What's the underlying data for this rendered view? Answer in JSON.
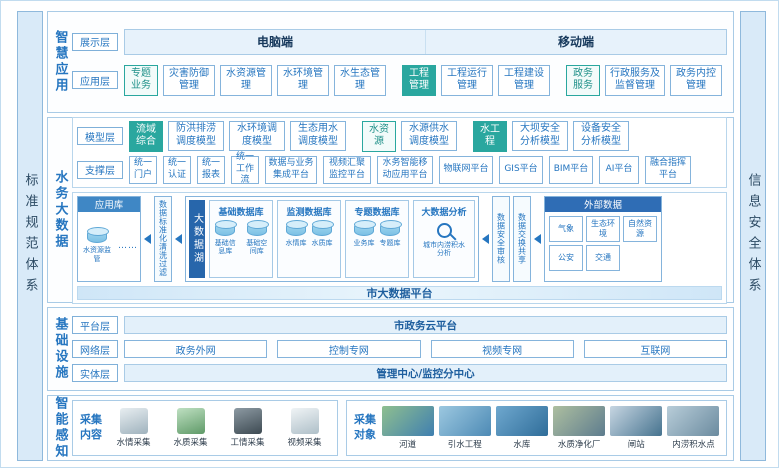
{
  "colors": {
    "accent_teal": "#2aa79f",
    "accent_blue": "#2676c0",
    "dark_blue": "#2f6db5",
    "light_blue_bg": "#d9eaf8"
  },
  "side_bars": {
    "left": "标准规范体系",
    "right": "信息安全体系"
  },
  "smart_app": {
    "section_label": "智慧应用",
    "display_layer": {
      "label": "展示层",
      "pc": "电脑端",
      "mobile": "移动端"
    },
    "app_layer": {
      "label": "应用层",
      "groups": [
        {
          "head": "专题业务",
          "items": [
            "灾害防御管理",
            "水资源管理",
            "水环境管理",
            "水生态管理"
          ]
        },
        {
          "head": "工程管理",
          "items": [
            "工程运行管理",
            "工程建设管理"
          ]
        },
        {
          "head": "政务服务",
          "items": [
            "行政服务及监督管理",
            "政务内控管理"
          ]
        }
      ]
    }
  },
  "water_bigdata": {
    "section_label": "水务大数据",
    "model_layer": {
      "label": "模型层",
      "groups": [
        {
          "head": "流域综合",
          "items": [
            "防洪排涝调度模型",
            "水环境调度模型",
            "生态用水调度模型"
          ]
        },
        {
          "head": "水资源",
          "items": [
            "水源供水调度模型"
          ]
        },
        {
          "head": "水工程",
          "items": [
            "大坝安全分析模型",
            "设备安全分析模型"
          ]
        }
      ]
    },
    "support_layer": {
      "label": "支撑层",
      "items": [
        "统一门户",
        "统一认证",
        "统一报表",
        "统一工作流",
        "数据与业务集成平台",
        "视频汇聚监控平台",
        "水务智能移动应用平台",
        "物联网平台",
        "GIS平台",
        "BIM平台",
        "AI平台",
        "融合指挥平台"
      ]
    },
    "data_platform": {
      "app_db": {
        "title": "应用库",
        "cylinders": [
          "水资源监管"
        ],
        "more": "……"
      },
      "cleaning": "数据标准化清洗过滤",
      "lake": {
        "title": "大数据湖",
        "databases": [
          {
            "title": "基础数据库",
            "cylinders": [
              "基础信息库",
              "基础空间库"
            ]
          },
          {
            "title": "监测数据库",
            "cylinders": [
              "水情库",
              "水质库"
            ]
          },
          {
            "title": "专题数据库",
            "cylinders": [
              "业务库",
              "专题库"
            ]
          }
        ],
        "analysis": {
          "title": "大数据分析",
          "caption": "城市内涝积水分析"
        }
      },
      "audit": "数据安全审核",
      "exchange": "数据交换共享",
      "external": {
        "title": "外部数据",
        "items": [
          "气象",
          "生态环境",
          "自然资源",
          "公安",
          "交通"
        ]
      }
    },
    "city_platform": "市大数据平台"
  },
  "infrastructure": {
    "section_label": "基础设施",
    "platform_layer": {
      "label": "平台层",
      "item": "市政务云平台"
    },
    "network_layer": {
      "label": "网络层",
      "items": [
        "政务外网",
        "控制专网",
        "视频专网",
        "互联网"
      ]
    },
    "entity_layer": {
      "label": "实体层",
      "item": "管理中心/监控分中心"
    }
  },
  "perception": {
    "section_label": "智能感知",
    "content": {
      "label": "采集内容",
      "items": [
        "水情采集",
        "水质采集",
        "工情采集",
        "视频采集"
      ]
    },
    "objects": {
      "label": "采集对象",
      "items": [
        "河道",
        "引水工程",
        "水库",
        "水质净化厂",
        "闸站",
        "内涝积水点"
      ]
    }
  }
}
